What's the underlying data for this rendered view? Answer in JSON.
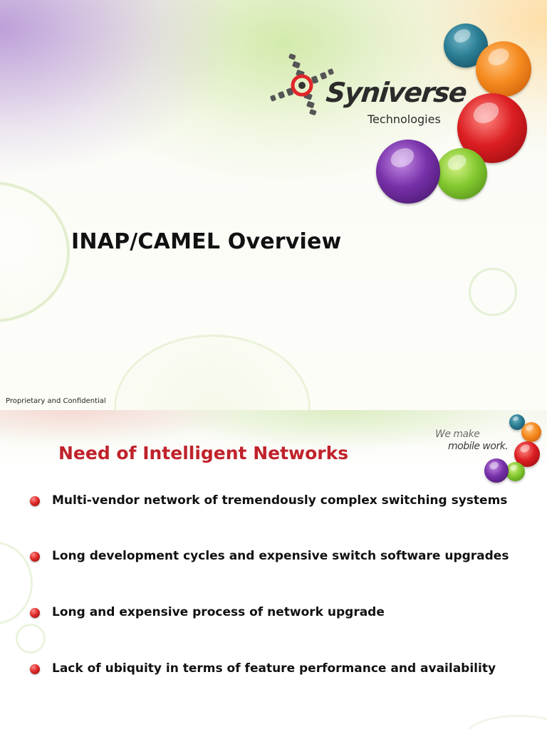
{
  "slide1": {
    "brand_name": "Syniverse",
    "brand_registered": "®",
    "brand_subtitle": "Technologies",
    "title": "INAP/CAMEL Overview",
    "footer": "Proprietary and Confidential"
  },
  "slide2": {
    "tagline_line1": "We make",
    "tagline_line2": "mobile work.",
    "title": "Need of Intelligent Networks",
    "bullets": [
      "Multi-vendor network of tremendously complex switching systems",
      "Long development cycles and expensive switch software upgrades",
      "Long and expensive process of network upgrade",
      "Lack of ubiquity in terms of feature performance and availability"
    ]
  },
  "colors": {
    "title_red": "#c0222b",
    "ball_teal": "#1f6f86",
    "ball_orange": "#f07d17",
    "ball_red": "#d8161b",
    "ball_purple": "#6a2a9a",
    "ball_green": "#7cc42a"
  }
}
